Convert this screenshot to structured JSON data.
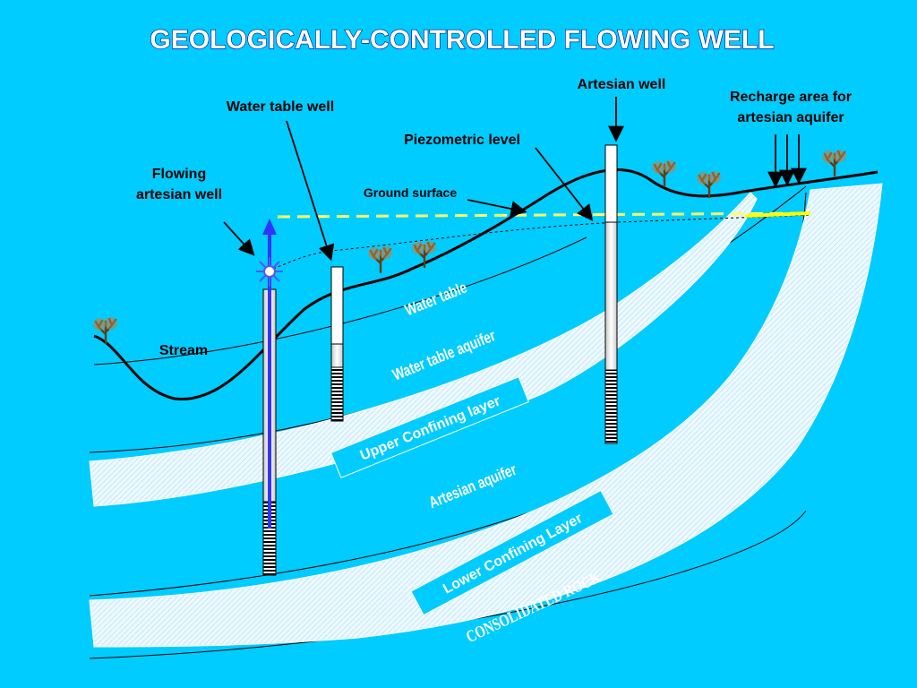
{
  "title": "GEOLOGICALLY-CONTROLLED FLOWING WELL",
  "labels": {
    "artesian_well": "Artesian well",
    "recharge_line1": "Recharge area for",
    "recharge_line2": "artesian aquifer",
    "water_table_well": "Water table well",
    "piezometric_level": "Piezometric level",
    "flowing_line1": "Flowing",
    "flowing_line2": "artesian well",
    "ground_surface": "Ground surface",
    "water_table": "Water table",
    "water_table_aquifer": "Water table aquifer",
    "stream": "Stream",
    "upper_confining_layer": "Upper Confining layer",
    "artesian_aquifer": "Artesian aquifer",
    "lower_confining_layer": "Lower Confining Layer",
    "consolidated_rock": "CONSOLIDATED ROCK"
  },
  "colors": {
    "background": "#00ccff",
    "confining_layer": "#e8f8ff",
    "piezometric_line": "#ffff66",
    "flow_arrow": "#3333ff",
    "tree": "#8b4513"
  },
  "icons": [
    "tree-icon",
    "water-spray-icon",
    "arrow-icon"
  ]
}
